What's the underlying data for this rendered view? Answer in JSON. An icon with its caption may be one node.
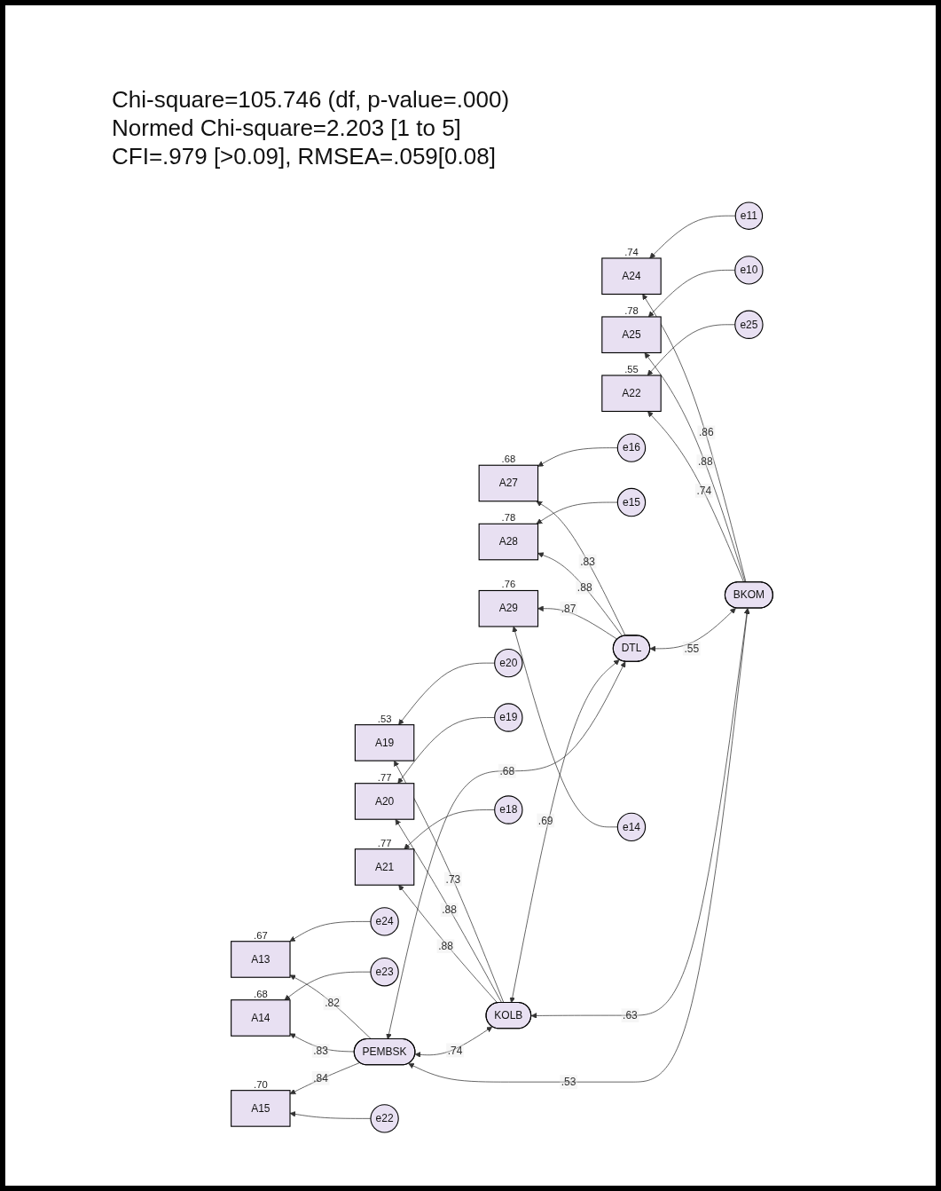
{
  "diagram": {
    "nodes": [
      {
        "text": [
          "e11"
        ]
      },
      {
        "text": [
          "A24"
        ],
        "beside": [
          ".74"
        ]
      },
      {
        "text": [
          "e10"
        ]
      },
      {
        "text": [
          "A25"
        ],
        "beside": [
          ".78"
        ]
      },
      {
        "text": [
          "BKOM"
        ]
      },
      {
        "text": [
          "e25"
        ]
      },
      {
        "text": [
          "A22"
        ],
        "beside": [
          ".55"
        ]
      },
      {
        "text": [
          "e16"
        ]
      },
      {
        "text": [
          "A27"
        ],
        "beside": [
          ".68"
        ]
      },
      {
        "text": [
          "e15"
        ]
      },
      {
        "text": [
          "A28"
        ],
        "beside": [
          ".78"
        ]
      },
      {
        "text": [
          "DTL"
        ]
      },
      {
        "text": [
          "e14"
        ]
      },
      {
        "text": [
          "A29"
        ],
        "beside": [
          ".76"
        ]
      },
      {
        "text": [
          "e20"
        ]
      },
      {
        "text": [
          "A19"
        ],
        "beside": [
          ".53"
        ]
      },
      {
        "text": [
          "e19"
        ]
      },
      {
        "text": [
          "A20"
        ],
        "beside": [
          ".77"
        ]
      },
      {
        "text": [
          "KOLB"
        ]
      },
      {
        "text": [
          "e18"
        ]
      },
      {
        "text": [
          "A21"
        ],
        "beside": [
          ".77"
        ]
      },
      {
        "text": [
          "e24"
        ]
      },
      {
        "text": [
          "A13"
        ],
        "beside": [
          ".67"
        ]
      },
      {
        "text": [
          "e23"
        ]
      },
      {
        "text": [
          "A14"
        ],
        "beside": [
          ".68"
        ]
      },
      {
        "text": [
          "PEMBSK"
        ]
      },
      {
        "text": [
          "e22"
        ]
      },
      {
        "text": [
          "A15"
        ],
        "beside": [
          ".70"
        ]
      }
    ],
    "edges": [
      {
        "from": 0,
        "to": 1,
        "arrow": "to"
      },
      {
        "from": 2,
        "to": 3,
        "arrow": "to"
      },
      {
        "from": 5,
        "to": 6,
        "arrow": "to"
      },
      {
        "from": 4,
        "to": 1,
        "arrow": "to",
        "label": ".86"
      },
      {
        "from": 4,
        "to": 3,
        "arrow": "to",
        "label": ".88"
      },
      {
        "from": 4,
        "to": 6,
        "arrow": "to",
        "label": ".74"
      },
      {
        "from": 7,
        "to": 8,
        "arrow": "to"
      },
      {
        "from": 9,
        "to": 10,
        "arrow": "to"
      },
      {
        "from": 12,
        "to": 13,
        "arrow": "to"
      },
      {
        "from": 11,
        "to": 8,
        "arrow": "to",
        "label": ".83"
      },
      {
        "from": 11,
        "to": 10,
        "arrow": "to",
        "label": ".88"
      },
      {
        "from": 11,
        "to": 13,
        "arrow": "to",
        "label": ".87"
      },
      {
        "from": 14,
        "to": 15,
        "arrow": "to"
      },
      {
        "from": 16,
        "to": 17,
        "arrow": "to"
      },
      {
        "from": 19,
        "to": 20,
        "arrow": "to"
      },
      {
        "from": 18,
        "to": 15,
        "arrow": "to",
        "label": ".73"
      },
      {
        "from": 18,
        "to": 17,
        "arrow": "to",
        "label": ".88"
      },
      {
        "from": 18,
        "to": 20,
        "arrow": "to",
        "label": ".88"
      },
      {
        "from": 21,
        "to": 22,
        "arrow": "to"
      },
      {
        "from": 23,
        "to": 24,
        "arrow": "to"
      },
      {
        "from": 26,
        "to": 27,
        "arrow": "to"
      },
      {
        "from": 25,
        "to": 22,
        "arrow": "to",
        "label": ".82"
      },
      {
        "from": 25,
        "to": 24,
        "arrow": "to",
        "label": ".83"
      },
      {
        "from": 25,
        "to": 27,
        "arrow": "to",
        "label": ".84"
      },
      {
        "from": 4,
        "to": 11,
        "arrow": "both",
        "label": ".55"
      },
      {
        "from": 4,
        "to": 18,
        "arrow": "both",
        "label": ".63"
      },
      {
        "from": 4,
        "to": 25,
        "arrow": "both",
        "label": ".53"
      },
      {
        "from": 11,
        "to": 18,
        "arrow": "both",
        "label": ".69"
      },
      {
        "from": 11,
        "to": 25,
        "arrow": "both",
        "label": ".68"
      },
      {
        "from": 18,
        "to": 25,
        "arrow": "both",
        "label": ".74"
      }
    ],
    "labels": [
      "Chi-square=105.746 (df, p-value=.000)",
      "Normed Chi-square=2.203 [1 to 5]",
      "CFI=.979 [>0.09], RMSEA=.059[0.08]"
    ]
  }
}
